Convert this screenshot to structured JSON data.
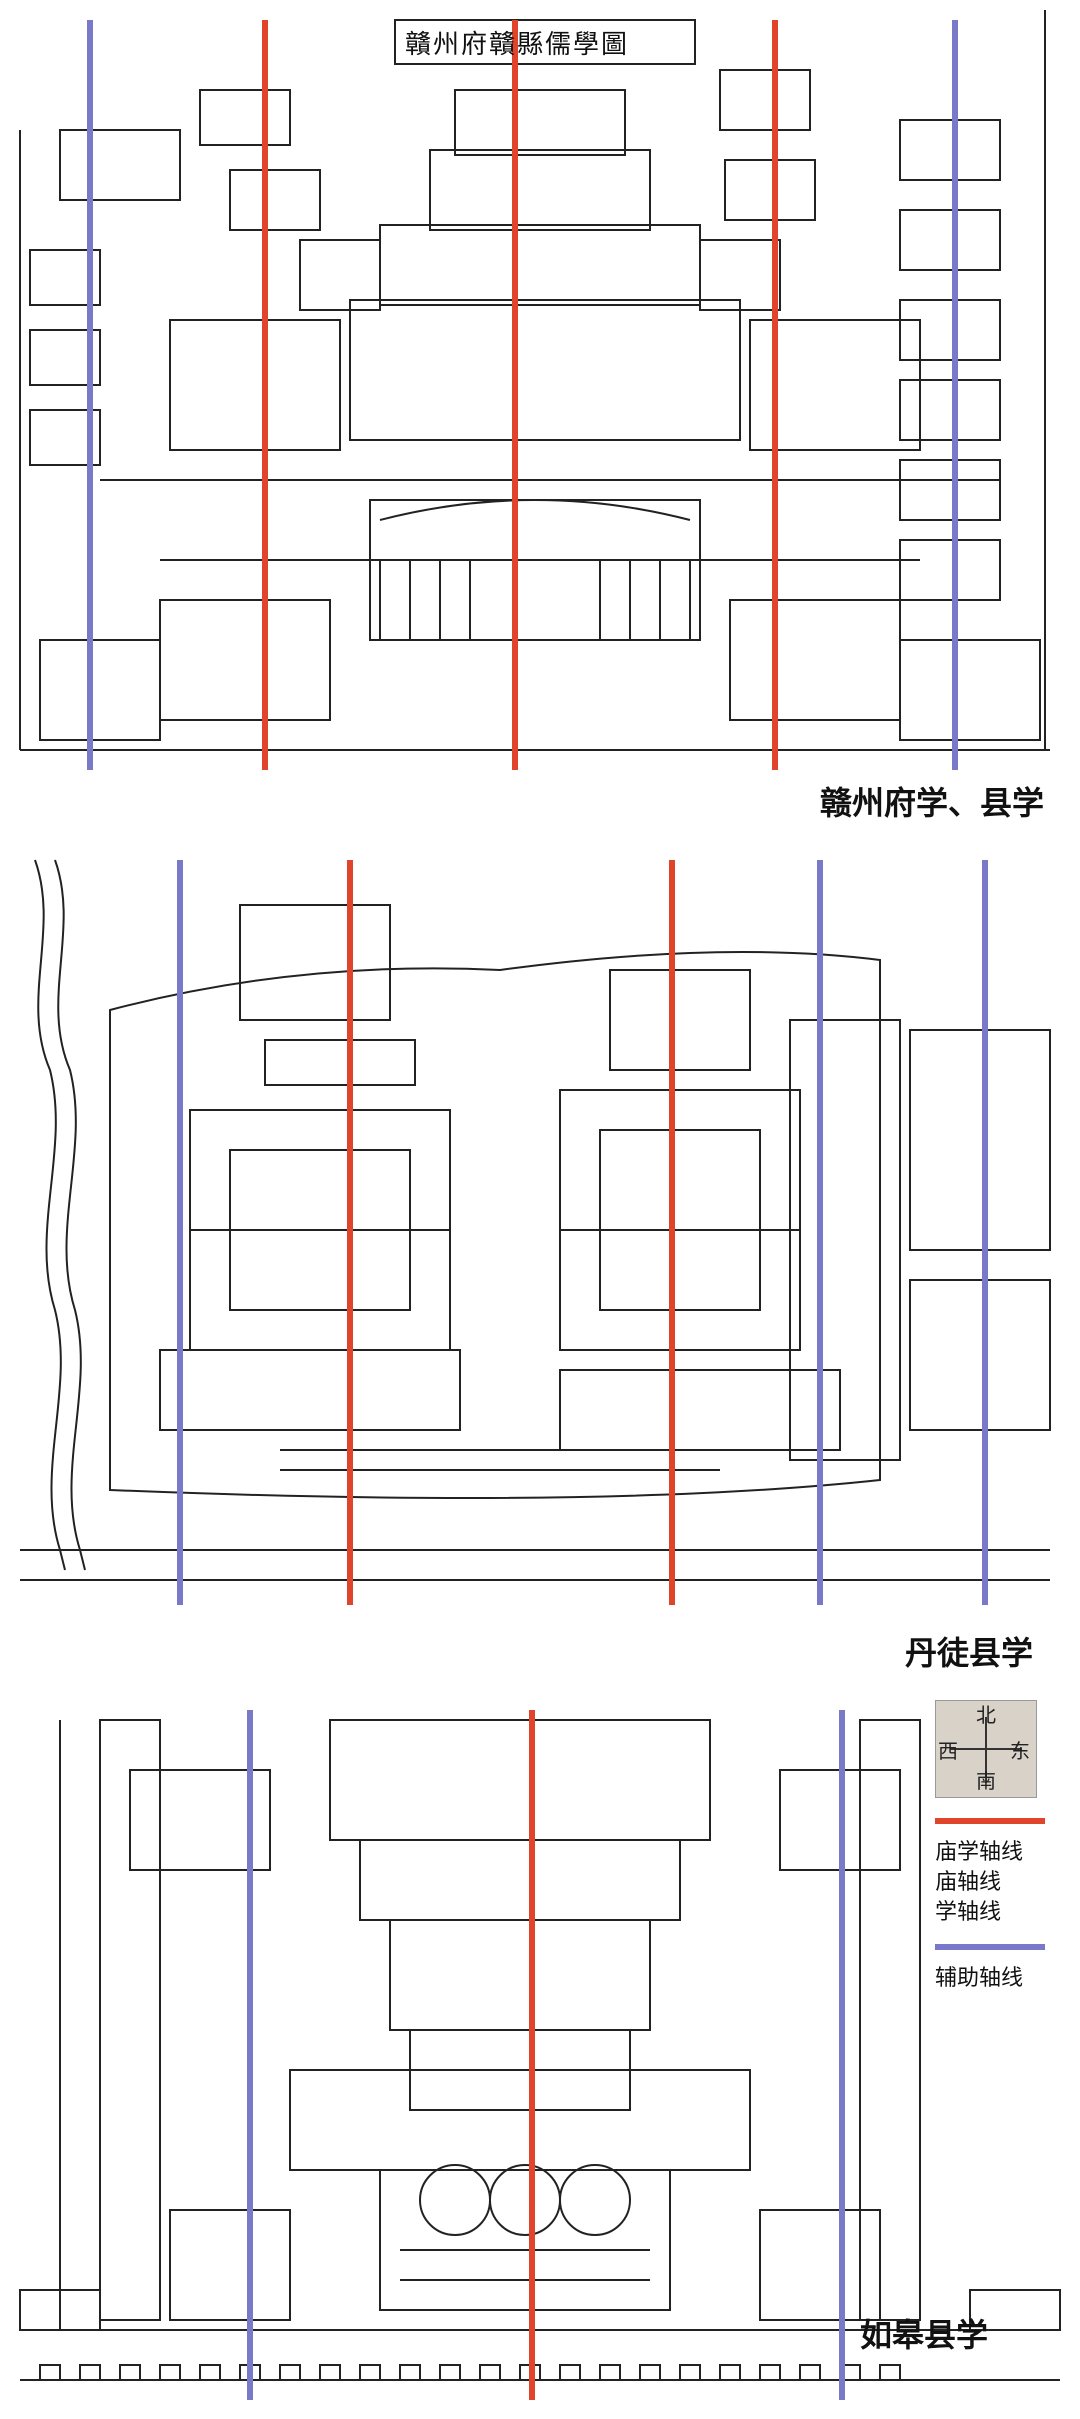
{
  "panels": [
    {
      "caption": "赣州府学、县学",
      "title_plaque": "贛州府贛縣儒學圖"
    },
    {
      "caption": "丹徒县学"
    },
    {
      "caption": "如皋县学"
    }
  ],
  "legend": {
    "compass": {
      "north": "北",
      "south": "南",
      "east": "东",
      "west": "西"
    },
    "red_entries": [
      "庙学轴线",
      "庙轴线",
      "学轴线"
    ],
    "blue_entries": [
      "辅助轴线"
    ],
    "colors": {
      "red": "#e0452b",
      "blue": "#7a78c8"
    }
  }
}
